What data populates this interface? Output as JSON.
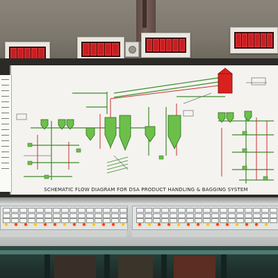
{
  "board": {
    "title": "SCHEMATIC FLOW DIAGRAM FOR DSA PRODUCT HANDLING & BAGGING SYSTEM"
  },
  "colors": {
    "digit_red": "#c81e22",
    "vessel_green": "#6cc04a",
    "pipe_green": "#3c8a2a",
    "pipe_red": "#c83030",
    "hopper_red": "#d8221e",
    "board_white": "#f4f3ef",
    "lamp_orange": "#ff3b1a"
  },
  "displays": [
    {
      "digits": 5
    },
    {
      "digits": 5
    },
    {
      "digits": 6
    },
    {
      "digits": 6
    }
  ]
}
